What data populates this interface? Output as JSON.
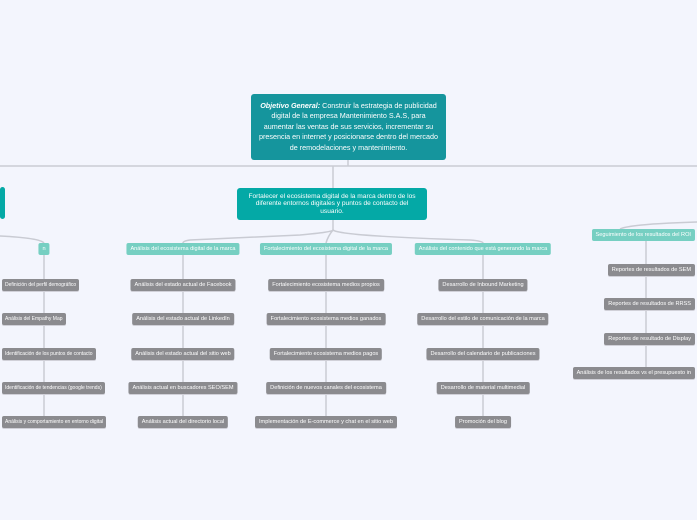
{
  "root": {
    "label_bold": "Objetivo General:",
    "label": " Construir la estrategia de publicidad digital de la empresa Mantenimiento S.A.S, para aumentar las ventas de sus servicios, incrementar su presencia en internet y posicionarse dentro del mercado de remodelaciones y mantenimiento."
  },
  "branch": {
    "label": "Fortalecer el ecosistema digital de la marca dentro de los diferente entornos digitales y puntos de contacto del usuario."
  },
  "columns": [
    {
      "header": "n",
      "items": [
        "Definición del perfil demográfico",
        "Análisis del Empathy Map",
        "Identificación de los puntos de contacto",
        "Identificación de tendencias (google trends)",
        "Análisis y comportamiento en entorno digital"
      ]
    },
    {
      "header": "Análisis del ecosistema digital de la marca",
      "items": [
        "Análisis del estado actual de Facebook",
        "Análisis del estado actual de LinkedIn",
        "Análisis del estado actual del sitio web",
        "Análisis actual en buscadores SEO/SEM",
        "Análisis actual del directorio local"
      ]
    },
    {
      "header": "Fortalecimiento del ecosistema digital de la marca",
      "items": [
        "Fortalecimiento ecosistema medios propios",
        "Fortalecimiento ecosistema medios ganados",
        "Fortalecimiento ecosistema medios pagos",
        "Definición de nuevos canales del ecosistema",
        "Implementación de E-commerce y chat en el sitio web"
      ]
    },
    {
      "header": "Análisis del contenido que está generando la marca",
      "items": [
        "Desarrollo de Inbound Marketing",
        "Desarrollo del estilo de comunicación de la marca",
        "Desarrollo del calendario de publicaciones",
        "Desarrollo de material multimedial",
        "Promoción del blog"
      ]
    },
    {
      "header": "Seguimiento de los resultados del ROI",
      "items": [
        "Reportes de resultados de SEM",
        "Reportes de resultados de RRSS",
        "Reportes de resultado de Display",
        "Análisis de los resultados vs el presupuesto in"
      ]
    }
  ],
  "colors": {
    "root": "#15959d",
    "branch": "#04a9a6",
    "subtopic": "#76cfc2",
    "leaf": "#8b8b8f",
    "background": "#f3f5fd"
  }
}
